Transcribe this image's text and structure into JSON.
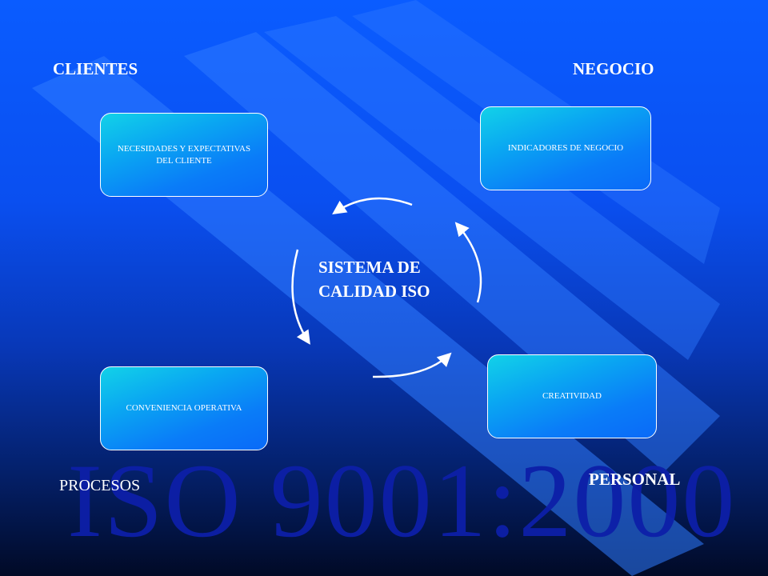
{
  "corners": {
    "clientes": "CLIENTES",
    "negocio": "NEGOCIO",
    "procesos": "PROCESOS",
    "personal": "PERSONAL"
  },
  "boxes": {
    "necesidades": "NECESIDADES Y EXPECTATIVAS DEL CLIENTE",
    "indicadores": "INDICADORES DE NEGOCIO",
    "conveniencia": "CONVENIENCIA OPERATIVA",
    "creatividad": "CREATIVIDAD"
  },
  "center": {
    "label": "SISTEMA DE\nCALIDAD ISO"
  },
  "watermark": "ISO 9001:2000",
  "colors": {
    "background_top": "#0a5cff",
    "background_bottom": "#010a26",
    "box_fill": "#0aa6f2",
    "watermark": "#0d1fa8",
    "text": "#ffffff"
  }
}
